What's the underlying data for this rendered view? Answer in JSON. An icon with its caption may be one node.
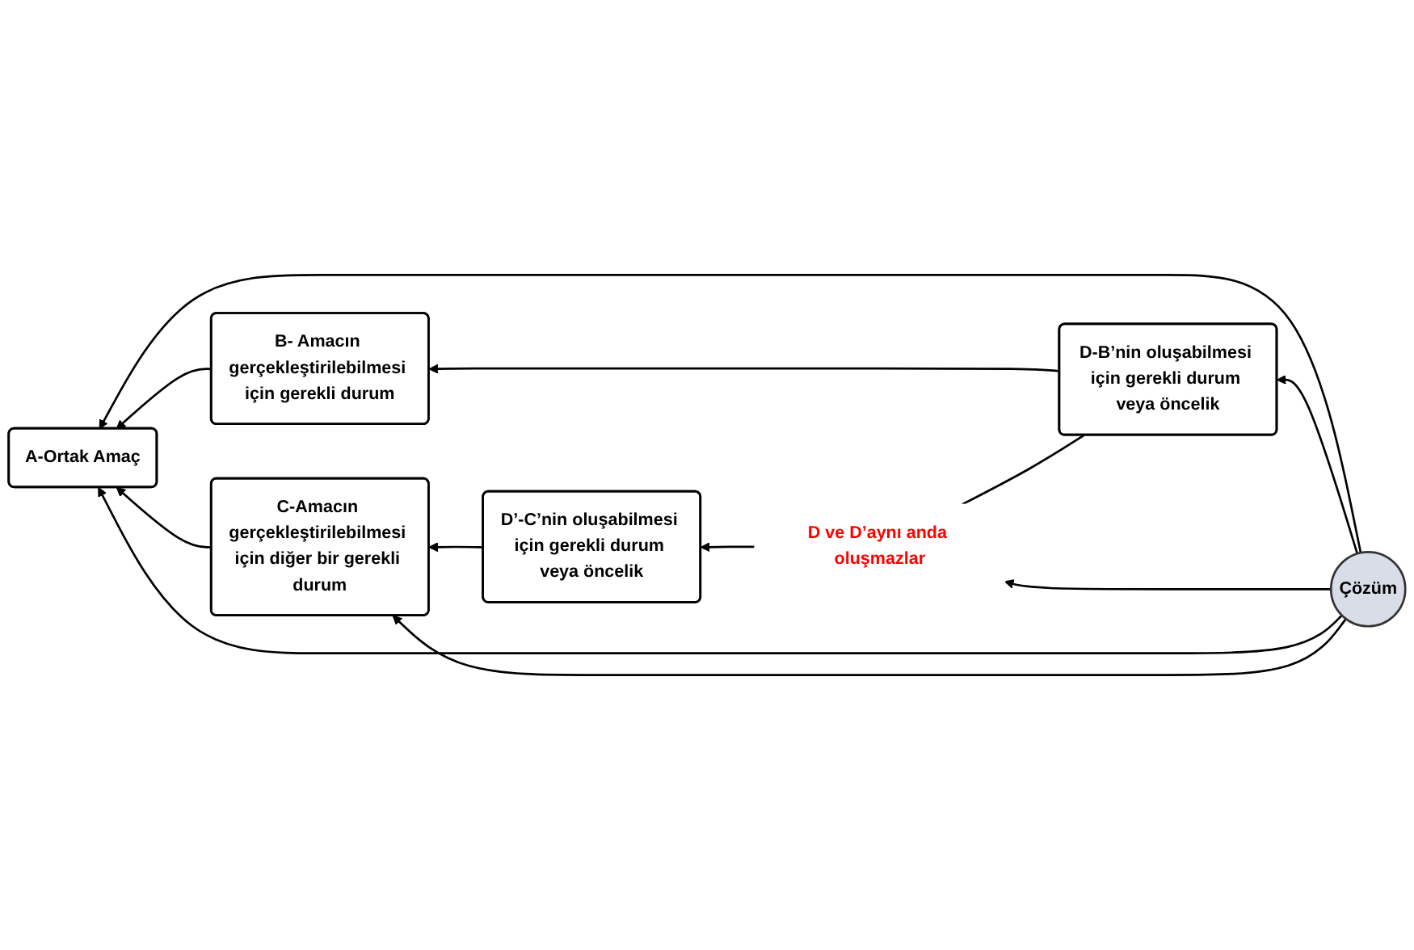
{
  "diagram": {
    "nodes": [
      {
        "text": [
          "A-Ortak Amaç"
        ]
      },
      {
        "text": [
          "B- Amacın gerçekleştirilebilmesi için gerekli durum"
        ]
      },
      {
        "text": [
          "D-B’nin oluşabilmesi için gerekli durum veya öncelik"
        ]
      },
      {
        "text": [
          "Çözüm"
        ]
      },
      {
        "text": [
          "C-Amacın gerçekleştirilebilmesi için diğer bir gerekli durum"
        ]
      },
      {
        "text": [
          "D’-C’nin oluşabilmesi için gerekli durum veya öncelik"
        ]
      },
      {
        "text": [
          "D ve D’aynı anda oluşmazlar"
        ]
      }
    ],
    "edges": [
      {
        "from": 2,
        "to": 1,
        "arrow": "to"
      },
      {
        "from": 1,
        "to": 0,
        "arrow": "to"
      },
      {
        "from": 3,
        "to": 0,
        "arrow": "to"
      },
      {
        "from": 3,
        "to": 2,
        "arrow": "to"
      },
      {
        "from": 3,
        "to": 6,
        "arrow": "to"
      },
      {
        "from": 3,
        "to": 0,
        "arrow": "to"
      },
      {
        "from": 3,
        "to": 4,
        "arrow": "to"
      },
      {
        "from": 2,
        "to": 6,
        "arrow": "none"
      },
      {
        "from": 6,
        "to": 5,
        "arrow": "to"
      },
      {
        "from": 5,
        "to": 4,
        "arrow": "to"
      },
      {
        "from": 4,
        "to": 0,
        "arrow": "to"
      }
    ]
  }
}
